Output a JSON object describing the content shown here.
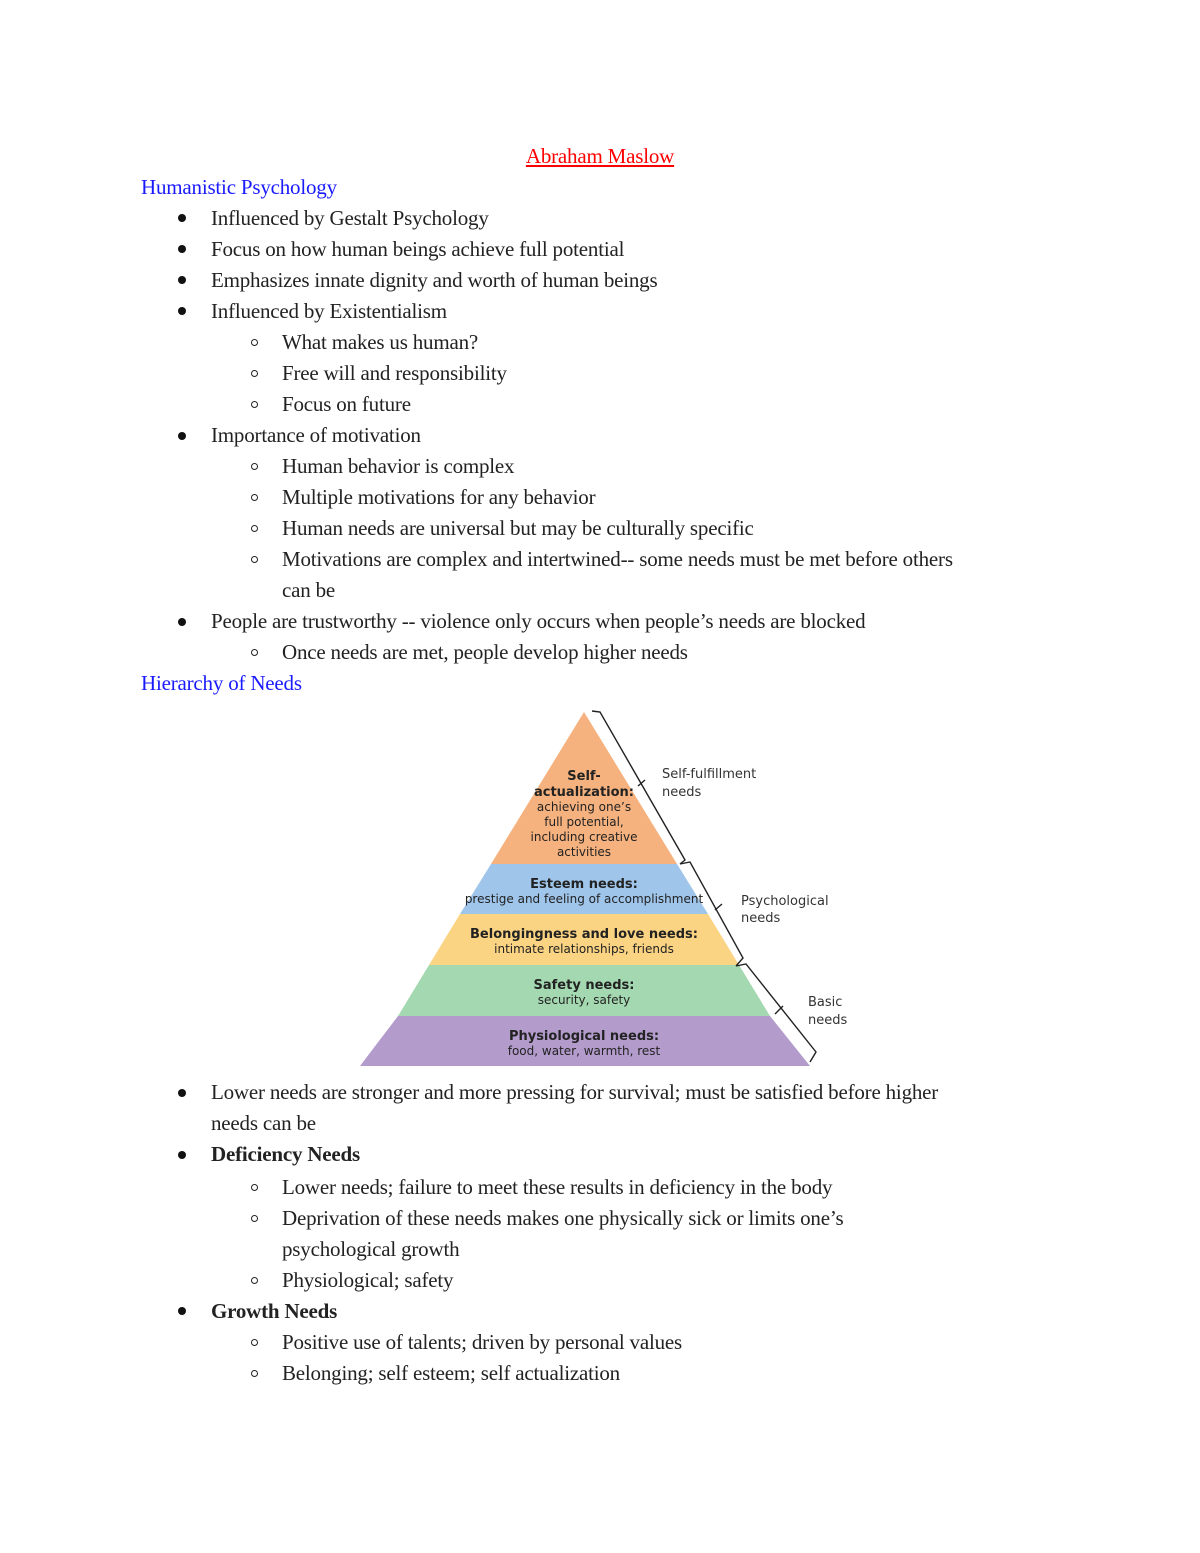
{
  "document": {
    "title": "Abraham Maslow",
    "sections": [
      {
        "heading": "Humanistic Psychology",
        "items": [
          {
            "text": "Influenced by Gestalt Psychology"
          },
          {
            "text": "Focus on how human beings achieve full potential"
          },
          {
            "text": "Emphasizes innate dignity and worth of human beings"
          },
          {
            "text": "Influenced by Existentialism",
            "children": [
              "What makes us human?",
              "Free will and responsibility",
              "Focus on future"
            ]
          },
          {
            "text": "Importance of motivation",
            "children": [
              "Human behavior is complex",
              "Multiple motivations for any behavior",
              "Human needs are universal but may be culturally specific",
              "Motivations are complex and intertwined-- some needs must be met before others",
              "can be"
            ]
          },
          {
            "text": "People are trustworthy -- violence only occurs when people’s needs are blocked",
            "children": [
              "Once needs are met, people develop higher needs"
            ]
          }
        ]
      },
      {
        "heading": "Hierarchy of Needs",
        "items": [
          {
            "text": "Lower needs are stronger and more pressing for survival; must be satisfied before higher",
            "continuation": "needs can be"
          },
          {
            "text": "Deficiency Needs",
            "bold": true,
            "children": [
              "Lower needs; failure to meet these results in deficiency in the body",
              "Deprivation of these needs makes one physically sick or limits one’s",
              "psychological growth",
              "Physiological; safety"
            ]
          },
          {
            "text": "Growth Needs",
            "bold": true,
            "children": [
              "Positive use of talents; driven by personal values",
              "Belonging; self esteem; self actualization"
            ]
          }
        ]
      }
    ]
  },
  "diagram": {
    "layers": [
      {
        "title_line1": "Self-",
        "title_line2": "actualization:",
        "desc": [
          "achieving one’s",
          "full potential,",
          "including creative",
          "activities"
        ],
        "color": "#f6b27e"
      },
      {
        "title": "Esteem needs:",
        "desc": "prestige and feeling of accomplishment",
        "color": "#9fc5eb"
      },
      {
        "title": "Belongingness and love needs:",
        "desc": "intimate relationships, friends",
        "color": "#fbd483"
      },
      {
        "title": "Safety needs:",
        "desc": "security, safety",
        "color": "#a4d8b0"
      },
      {
        "title": "Physiological needs:",
        "desc": "food, water, warmth, rest",
        "color": "#b39bcc"
      }
    ],
    "brackets": [
      {
        "line1": "Self-fulfillment",
        "line2": "needs"
      },
      {
        "line1": "Psychological",
        "line2": "needs"
      },
      {
        "line1": "Basic",
        "line2": "needs"
      }
    ]
  },
  "colors": {
    "title": "#ff0000",
    "heading": "#1a1aff",
    "text": "#222222"
  }
}
